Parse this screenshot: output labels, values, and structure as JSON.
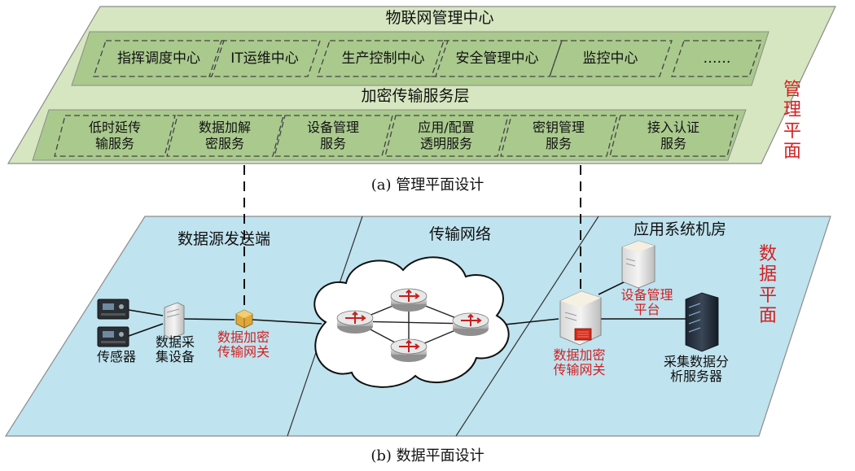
{
  "management_plane": {
    "iot_center_title": "物联网管理中心",
    "centers": [
      "指挥调度中心",
      "IT运维中心",
      "生产控制中心",
      "安全管理中心",
      "监控中心",
      "……"
    ],
    "encryption_layer_title": "加密传输服务层",
    "services": [
      "低时延传\n输服务",
      "数据加解\n密服务",
      "设备管理\n服务",
      "应用/配置\n透明服务",
      "密钥管理\n服务",
      "接入认证\n服务"
    ],
    "side_label": "管理平面",
    "caption": "(a) 管理平面设计"
  },
  "data_plane": {
    "zones": [
      "数据源发送端",
      "传输网络",
      "应用系统机房"
    ],
    "side_label": "数据平面",
    "devices": {
      "sensor": "传感器",
      "collector": "数据采\n集设备",
      "gateway_left": "数据加密\n传输网关",
      "gateway_right": "数据加密\n传输网关",
      "mgmt_platform": "设备管理\n平台",
      "analysis_server": "采集数据分\n析服务器"
    },
    "caption": "(b) 数据平面设计"
  },
  "colors": {
    "mgmt_fill": "#d6e6c0",
    "mgmt_inner": "#a9c98d",
    "data_fill": "#bfe3ef",
    "label_red": "#d42020"
  }
}
